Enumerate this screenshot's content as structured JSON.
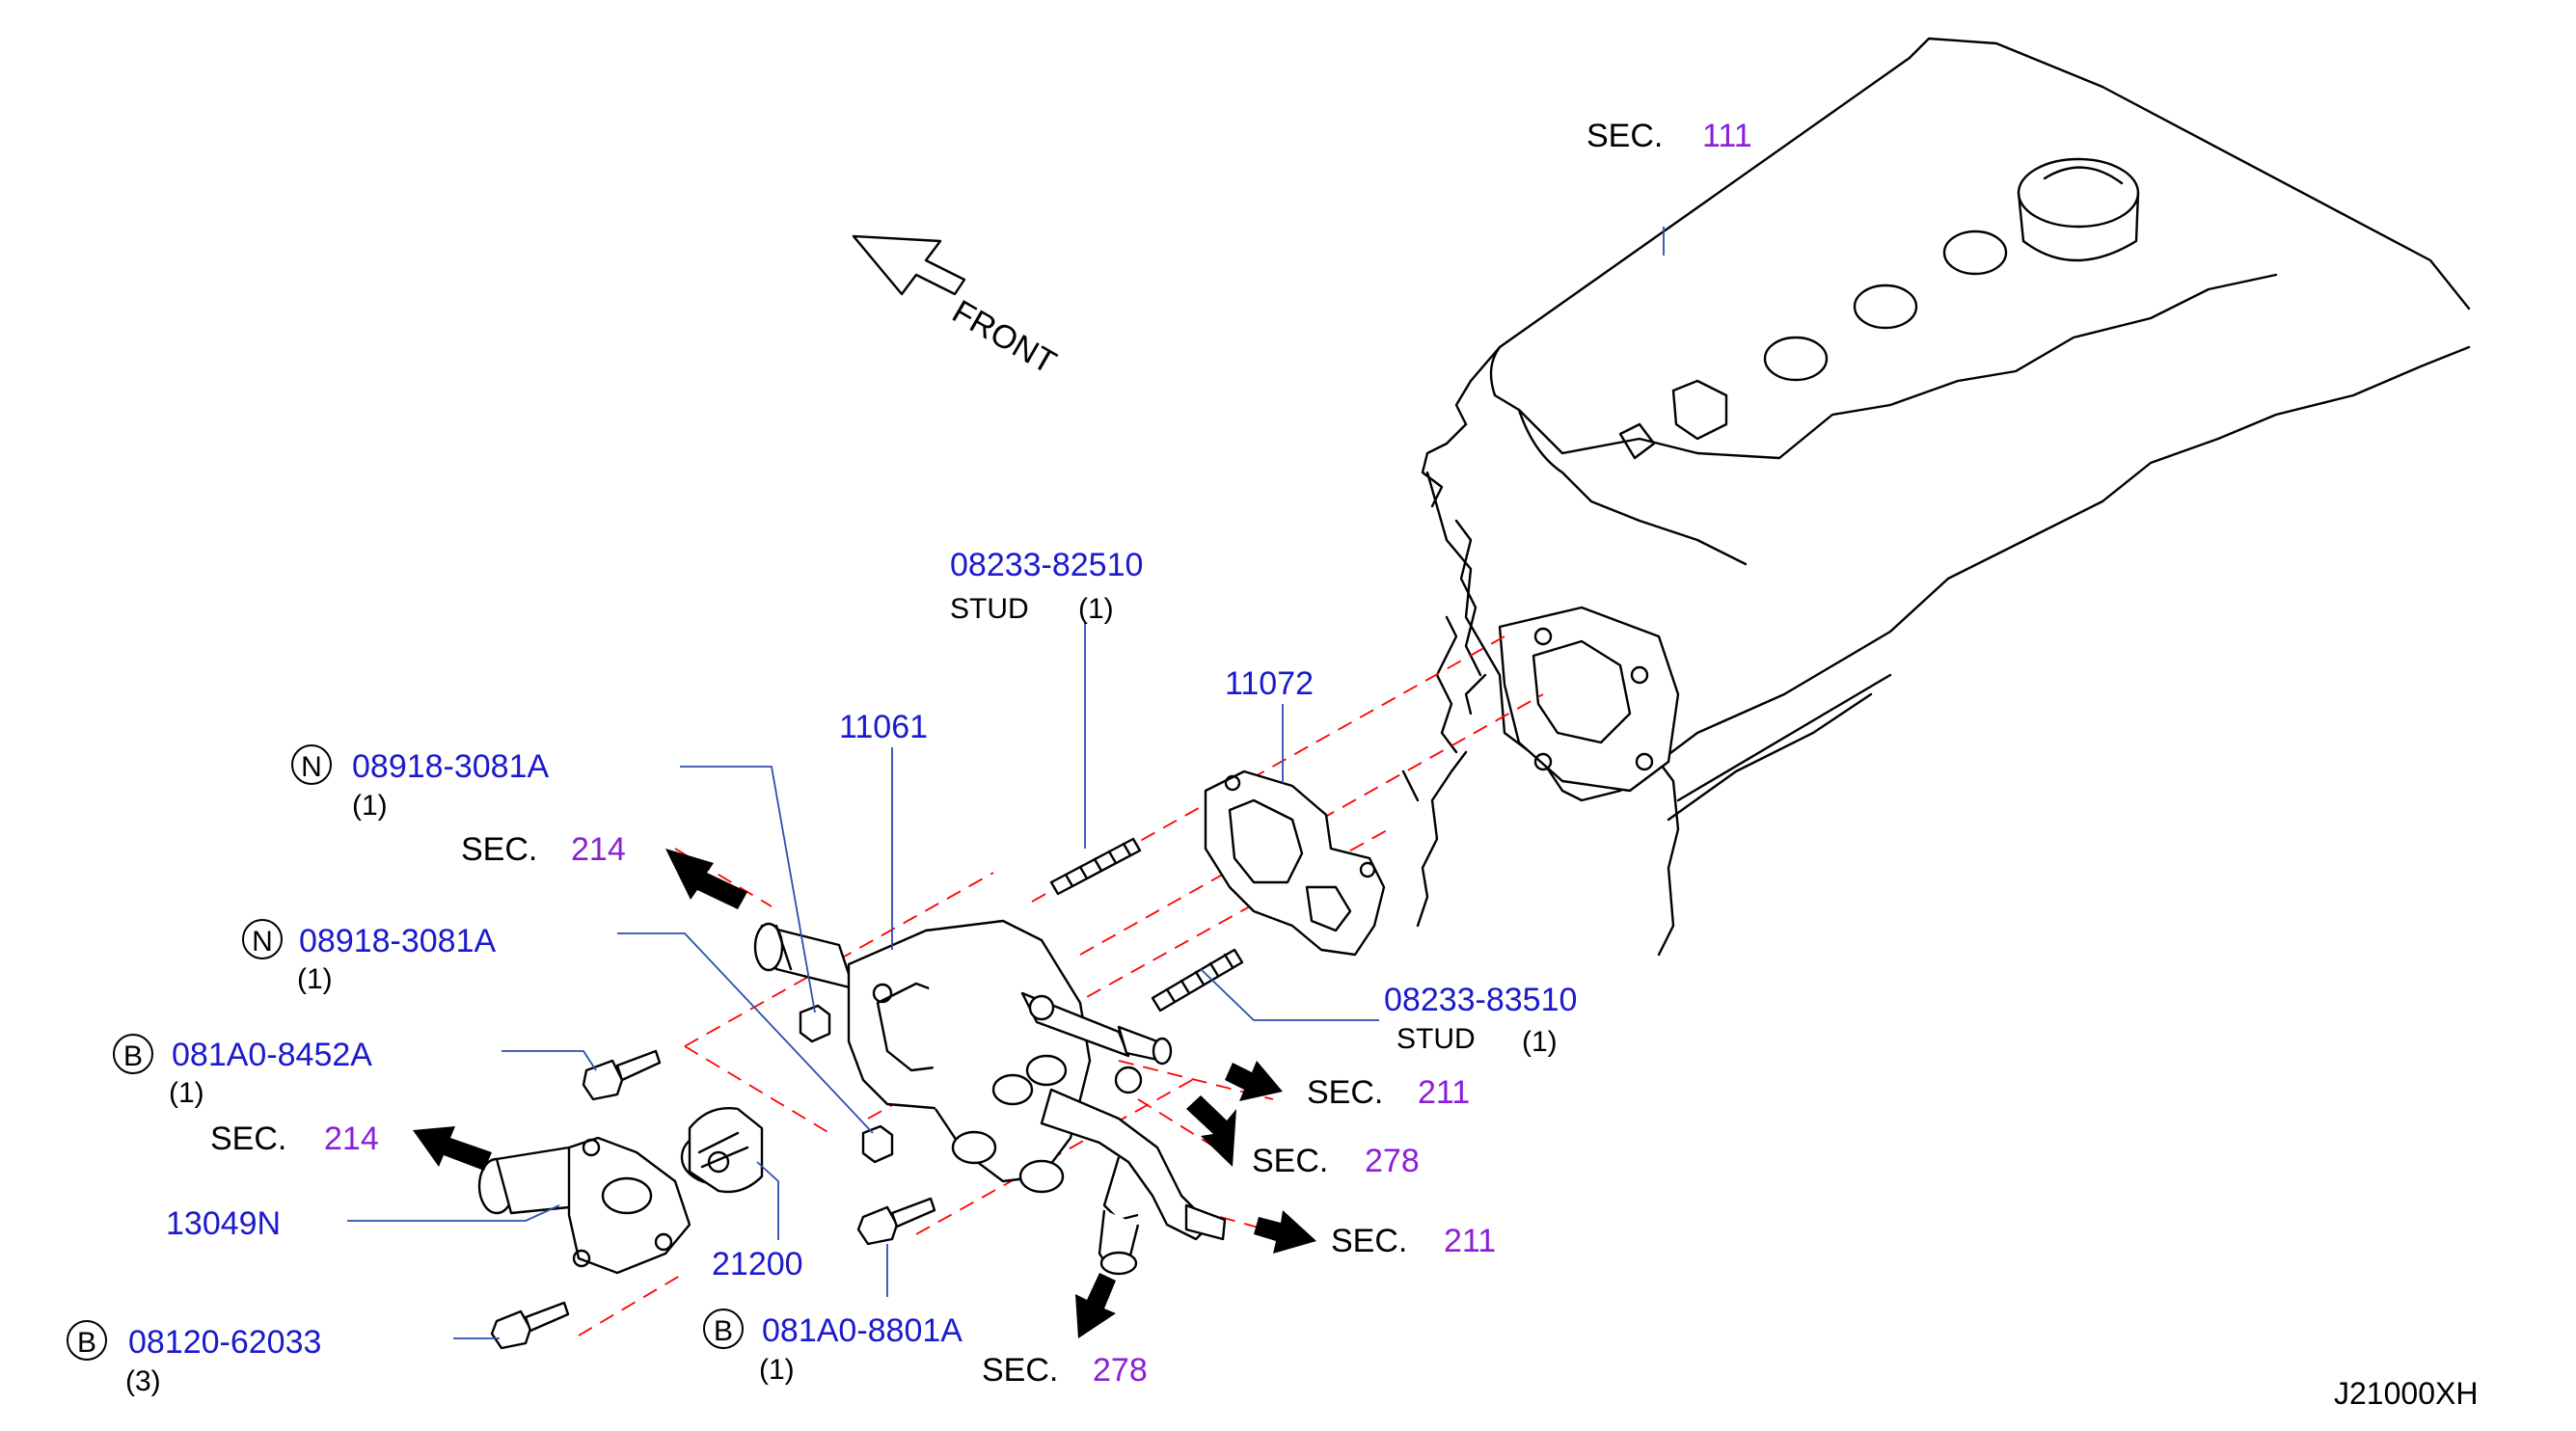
{
  "diagram_code": "J21000XH",
  "front_label": "FRONT",
  "sec_word": "SEC.",
  "sections": [
    {
      "id": "sec-111",
      "num": "111"
    },
    {
      "id": "sec-214-upper",
      "num": "214"
    },
    {
      "id": "sec-214-lower",
      "num": "214"
    },
    {
      "id": "sec-211-upper",
      "num": "211"
    },
    {
      "id": "sec-278-upper",
      "num": "278"
    },
    {
      "id": "sec-211-lower",
      "num": "211"
    },
    {
      "id": "sec-278-lower",
      "num": "278"
    }
  ],
  "parts": [
    {
      "id": "stud-82510",
      "number": "08233-82510",
      "name": "STUD",
      "qty": "(1)"
    },
    {
      "id": "gasket-11072",
      "number": "11072"
    },
    {
      "id": "housing-11061",
      "number": "11061"
    },
    {
      "id": "nut-upper",
      "prefix": "N",
      "number": "08918-3081A",
      "qty": "(1)"
    },
    {
      "id": "nut-lower",
      "prefix": "N",
      "number": "08918-3081A",
      "qty": "(1)"
    },
    {
      "id": "bolt-8452a",
      "prefix": "B",
      "number": "081A0-8452A",
      "qty": "(1)"
    },
    {
      "id": "stud-83510",
      "number": "08233-83510",
      "name": "STUD",
      "qty": "(1)"
    },
    {
      "id": "outlet-13049n",
      "number": "13049N"
    },
    {
      "id": "thermostat-21200",
      "number": "21200"
    },
    {
      "id": "bolt-8801a",
      "prefix": "B",
      "number": "081A0-8801A",
      "qty": "(1)"
    },
    {
      "id": "bolt-62033",
      "prefix": "B",
      "number": "08120-62033",
      "qty": "(3)"
    }
  ]
}
